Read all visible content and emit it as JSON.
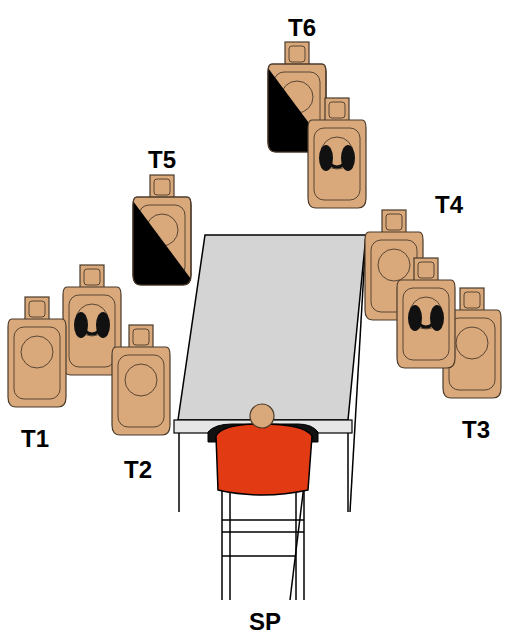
{
  "diagram": {
    "labels": [
      "T6",
      "T5",
      "T4",
      "T1",
      "T2",
      "T3",
      "SP"
    ]
  }
}
